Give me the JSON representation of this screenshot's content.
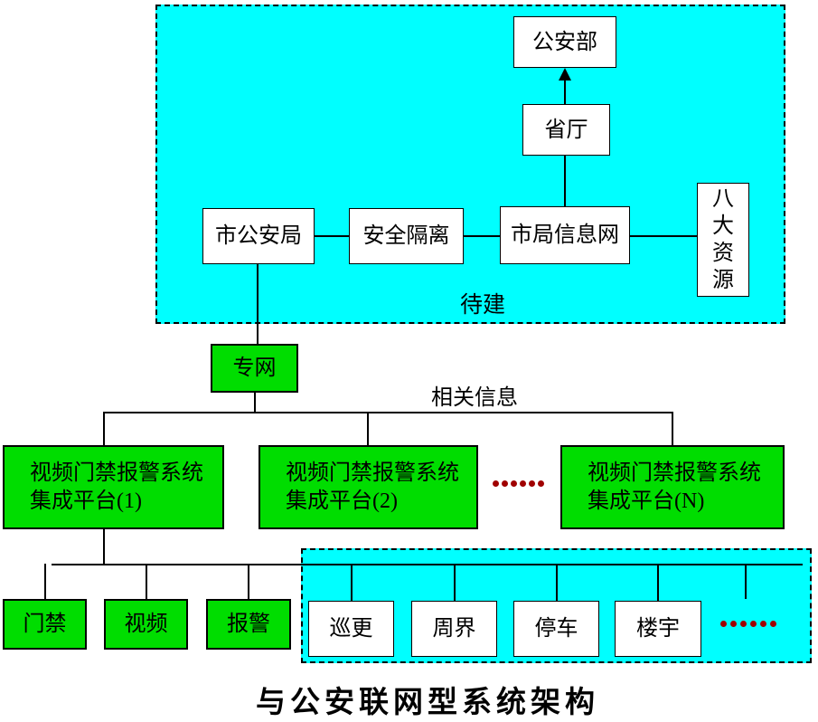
{
  "title": "与公安联网型系统架构",
  "upper_section": {
    "status_label": "待建",
    "ministry": "公安部",
    "province_dept": "省厅",
    "city_bureau": "市公安局",
    "security_isolation": "安全隔离",
    "city_info_network": "市局信息网",
    "eight_resources": "八大资源"
  },
  "private_network": "专网",
  "related_info_label": "相关信息",
  "platforms": [
    {
      "line1": "视频门禁报警系统",
      "line2": "集成平台(1)"
    },
    {
      "line1": "视频门禁报警系统",
      "line2": "集成平台(2)"
    },
    {
      "line1": "视频门禁报警系统",
      "line2": "集成平台(N)"
    }
  ],
  "platforms_ellipsis": "......",
  "subsystems": {
    "green": [
      "门禁",
      "视频",
      "报警"
    ],
    "white": [
      "巡更",
      "周界",
      "停车",
      "楼宇"
    ],
    "ellipsis": "......"
  },
  "colors": {
    "region_cyan": "#00ffff",
    "node_green": "#00dd00",
    "ellipsis_red": "#a00000",
    "line_black": "#000000"
  }
}
